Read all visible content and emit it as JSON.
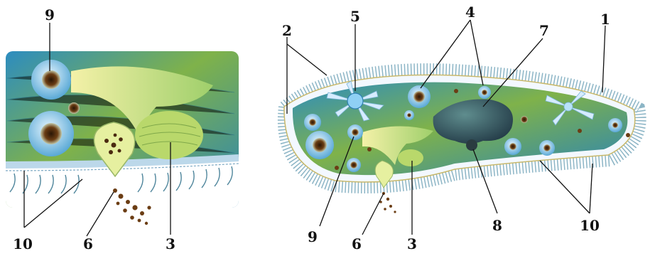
{
  "colors": {
    "background": "#ffffff",
    "cell_green": "#8ab44e",
    "cell_blue": "#1d7fb3",
    "pellicle": "#f0f6ff",
    "cilia": "#5a8fa6",
    "nucleus": "#3a5d66",
    "vacuole_blue": "#b9dff5",
    "food_dark": "#4a2a10"
  },
  "left_panel": {
    "labels": [
      {
        "id": "9",
        "text": "9"
      },
      {
        "id": "10",
        "text": "10"
      },
      {
        "id": "6",
        "text": "6"
      },
      {
        "id": "3",
        "text": "3"
      }
    ]
  },
  "right_panel": {
    "labels": [
      {
        "id": "2",
        "text": "2"
      },
      {
        "id": "5",
        "text": "5"
      },
      {
        "id": "4",
        "text": "4"
      },
      {
        "id": "7",
        "text": "7"
      },
      {
        "id": "1",
        "text": "1"
      },
      {
        "id": "9",
        "text": "9"
      },
      {
        "id": "6",
        "text": "6"
      },
      {
        "id": "3",
        "text": "3"
      },
      {
        "id": "8",
        "text": "8"
      },
      {
        "id": "10",
        "text": "10"
      }
    ]
  }
}
